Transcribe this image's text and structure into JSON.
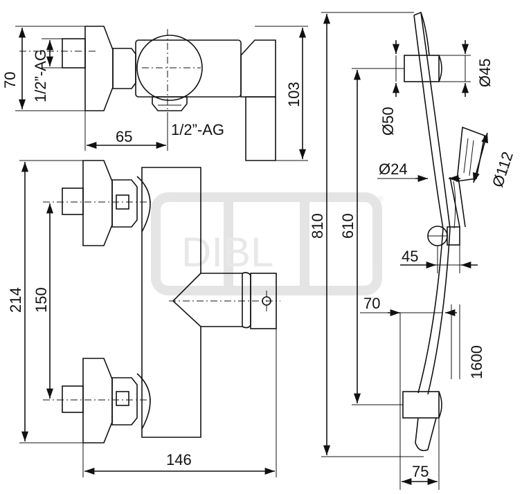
{
  "dimensions": {
    "d70": "70",
    "thread_top": "1/2”-AG",
    "thread_bottom": "1/2”-AG",
    "d65": "65",
    "d103": "103",
    "d214": "214",
    "d150": "150",
    "d146": "146",
    "d810": "810",
    "d610": "610",
    "d50": "Ø50",
    "d45_diam": "Ø45",
    "d24": "Ø24",
    "d112": "Ø112",
    "d45": "45",
    "d1600": "1600",
    "d75": "75"
  },
  "watermark": {
    "text": "DIBL",
    "registered": "®"
  }
}
